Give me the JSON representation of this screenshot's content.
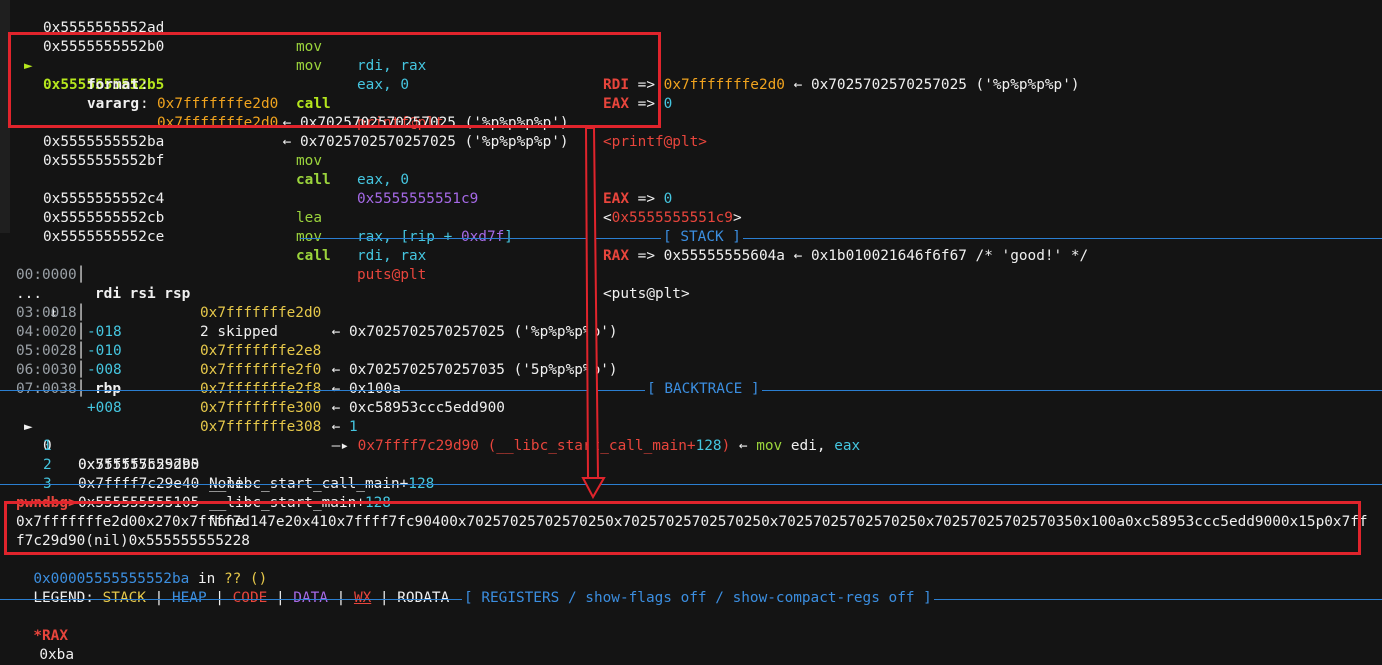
{
  "disasm": {
    "row1": {
      "addr": "0x5555555552ad",
      "mnem": "mov",
      "ops": "rdi, rax",
      "c1": "RDI",
      "c2": " => ",
      "c3": "0x7fffffffe2d0",
      "c4": " ← 0x7025702570257025 ('%p%p%p%p')"
    },
    "row2": {
      "addr": "0x5555555552b0",
      "mnem": "mov",
      "ops": "eax, 0",
      "c1": "EAX",
      "c2": " => ",
      "c3": "0"
    },
    "row3": {
      "marker": "►",
      "addr": "0x5555555552b5",
      "mnem": "call",
      "ops": "printf@plt",
      "comment": "<printf@plt>"
    },
    "format_label": "format",
    "format_addr": "0x7fffffffe2d0",
    "format_rest": " ← 0x7025702570257025 ('%p%p%p%p')",
    "vararg_label": "vararg",
    "vararg_addr": "0x7fffffffe2d0",
    "vararg_rest": " ← 0x7025702570257025 ('%p%p%p%p')",
    "row4": {
      "addr": "0x5555555552ba",
      "mnem": "mov",
      "ops": "eax, 0",
      "c1": "EAX",
      "c2": " => ",
      "c3": "0"
    },
    "row5": {
      "addr": "0x5555555552bf",
      "mnem": "call",
      "ops": "0x5555555551c9",
      "comment_open": "<",
      "comment_addr": "0x5555555551c9",
      "comment_close": ">"
    },
    "row6": {
      "addr": "0x5555555552c4",
      "mnem": "lea",
      "ops_a": "rax, [rip + ",
      "ops_b": "0xd7f",
      "ops_c": "]",
      "c1": "RAX",
      "c2": " => 0x55555555604a ← 0x1b010021646f6f67 /* 'good!' */"
    },
    "row7": {
      "addr": "0x5555555552cb",
      "mnem": "mov",
      "ops": "rdi, rax"
    },
    "row8": {
      "addr": "0x5555555552ce",
      "mnem": "call",
      "ops": "puts@plt",
      "comment": "<puts@plt>"
    }
  },
  "stack_title": "[ STACK ]",
  "stack": [
    {
      "idx": "00:0000",
      "off": "rdi rsi rsp",
      "addr": "0x7fffffffe2d0",
      "val": " ← 0x7025702570257025 ('%p%p%p%p')"
    },
    {
      "idx": "...",
      "arrow": "↓",
      "skip": "2 skipped"
    },
    {
      "idx": "03:0018",
      "off": "-018",
      "addr": "0x7fffffffe2e8",
      "val": " ← 0x7025702570257035 ('5p%p%p%p')"
    },
    {
      "idx": "04:0020",
      "off": "-010",
      "addr": "0x7fffffffe2f0",
      "val": " ← 0x100a"
    },
    {
      "idx": "05:0028",
      "off": "-008",
      "addr": "0x7fffffffe2f8",
      "val": " ← 0xc58953ccc5edd900"
    },
    {
      "idx": "06:0030",
      "off": "rbp",
      "addr": "0x7fffffffe300",
      "val": " ← ",
      "num": "1"
    },
    {
      "idx": "07:0038",
      "off": "+008",
      "addr": "0x7fffffffe308",
      "arr": " —▸ ",
      "sym": "0x7ffff7c29d90 (__libc_start_call_main+",
      "symnum": "128",
      "symclose": ")",
      "tail": " ← ",
      "tmnem": "mov",
      "tops": " edi, ",
      "treg": "eax"
    }
  ],
  "backtrace_title": "[ BACKTRACE ]",
  "backtrace": [
    {
      "marker": "►",
      "num": "0",
      "addr": "0x5555555552b5",
      "name": "None"
    },
    {
      "num": "1",
      "addr": "0x7ffff7c29d90",
      "name": "__libc_start_call_main+",
      "off": "128"
    },
    {
      "num": "2",
      "addr": "0x7ffff7c29e40",
      "name": "__libc_start_main+",
      "off": "128"
    },
    {
      "num": "3",
      "addr": "0x555555555105",
      "name": "None"
    }
  ],
  "prompt": "pwndbg>",
  "output_line1": "0x7fffffffe2d00x270x7ffff7d147e20x410x7ffff7fc90400x70257025702570250x70257025702570250x70257025702570250x70257025702570350x100a0xc58953ccc5edd9000x15p0x7ff",
  "output_line2": "f7c29d90(nil)0x555555555228",
  "location": {
    "addr": "0x00005555555552ba",
    "in": " in ",
    "fn": "?? ()"
  },
  "legend": {
    "label": "LEGEND: ",
    "stack": "STACK",
    "heap": "HEAP",
    "code": "CODE",
    "data": "DATA",
    "wx": "WX",
    "rodata": "RODATA",
    "sep": " | "
  },
  "registers_title": "[ REGISTERS / show-flags off / show-compact-regs off ]",
  "reg_rax": {
    "name": "*RAX",
    "val": "0xba"
  }
}
